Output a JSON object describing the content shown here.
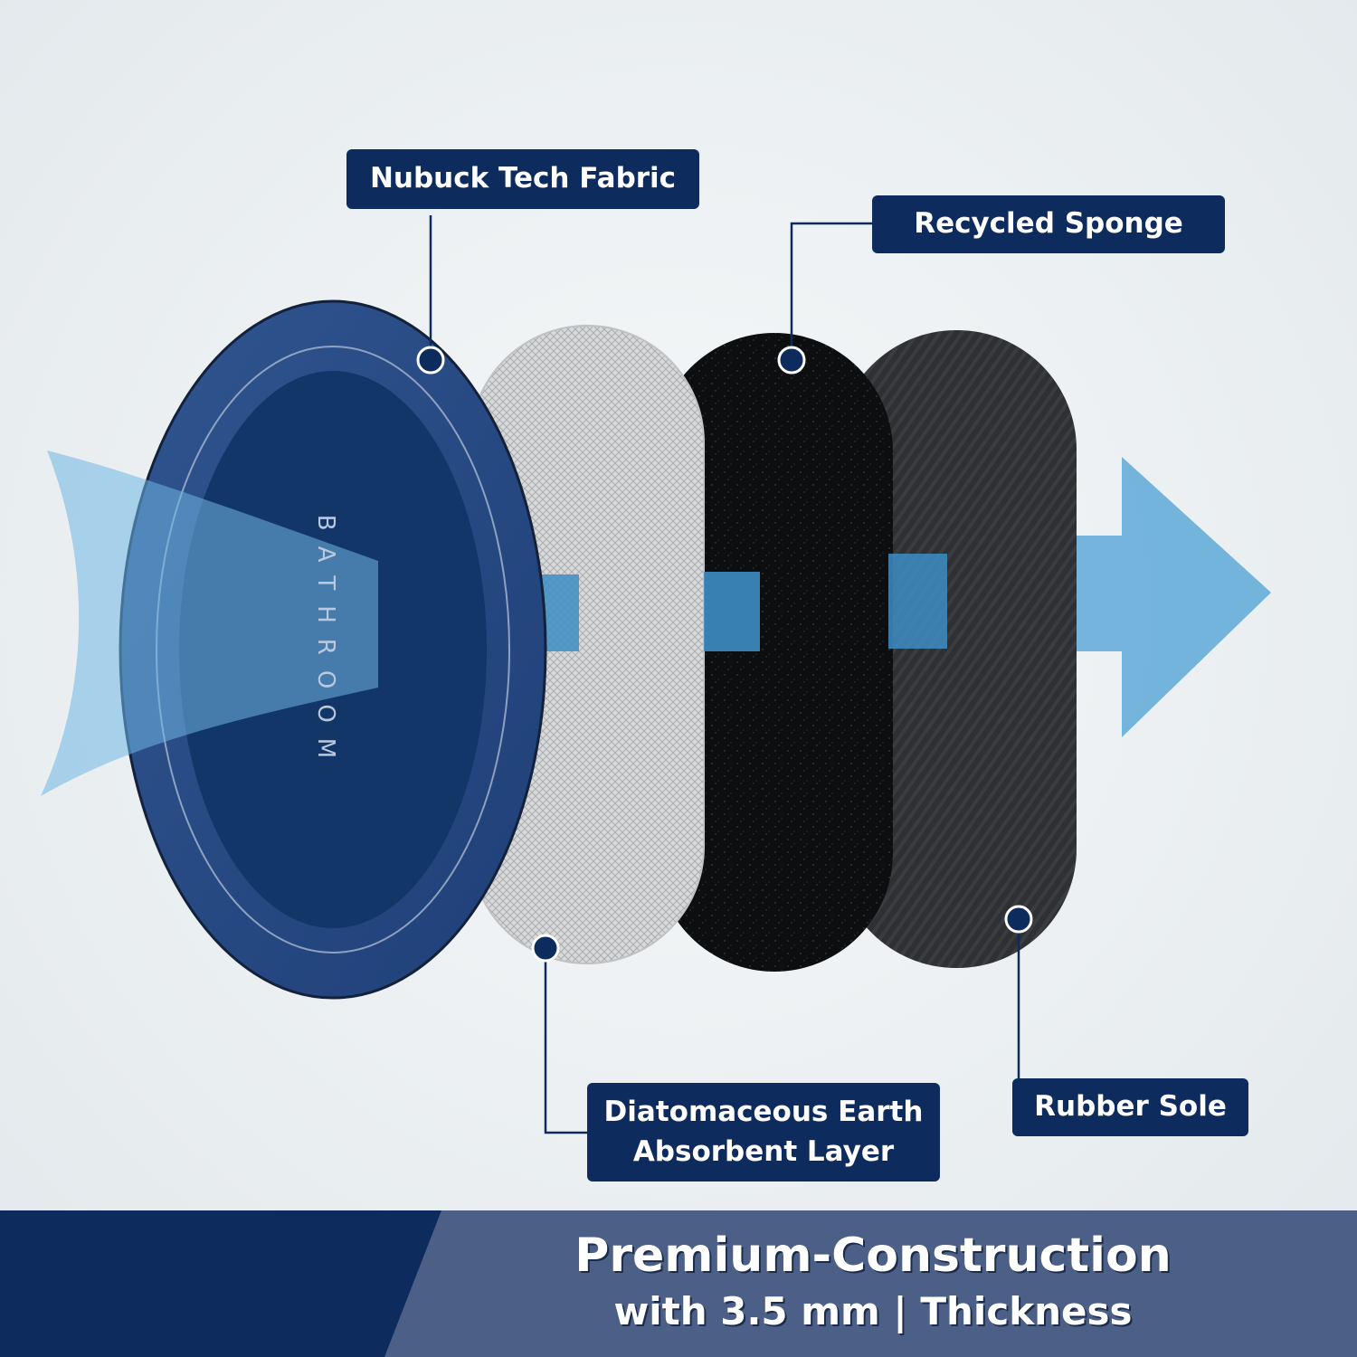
{
  "layers": {
    "top": {
      "label": "Nubuck Tech Fabric",
      "print": "BATHROOM"
    },
    "second": {
      "line1": "Diatomaceous Earth",
      "line2": "Absorbent Layer"
    },
    "third": {
      "label": "Recycled Sponge"
    },
    "bottom": {
      "label": "Rubber Sole"
    }
  },
  "footer": {
    "headline": "Premium-Construction",
    "subline": "with 3.5 mm | Thickness"
  },
  "colors": {
    "navy": "#0d2b5c",
    "mat_blue": "#2a4d8c",
    "arrow_blue": "#5ea9d8",
    "footer_dark": "#0d2b5c",
    "footer_light": "#4c5f86",
    "background": "#eef2f3"
  },
  "icons": [
    "arrow-right-icon",
    "callout-dot-icon"
  ]
}
